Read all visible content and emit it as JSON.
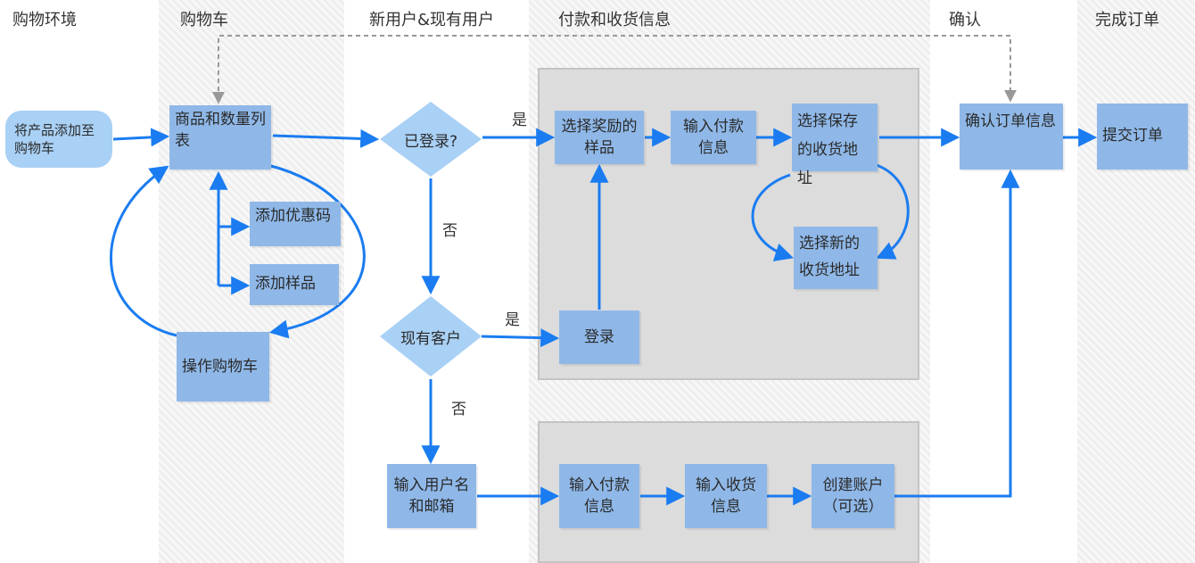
{
  "lanes": [
    {
      "title": "购物环境",
      "shaded": false
    },
    {
      "title": "购物车",
      "shaded": true
    },
    {
      "title": "新用户&现有用户",
      "shaded": false
    },
    {
      "title": "付款和收货信息",
      "shaded": true
    },
    {
      "title": "确认",
      "shaded": false
    },
    {
      "title": "完成订单",
      "shaded": true
    }
  ],
  "nodes": {
    "add_to_cart": "将产品添加至购物车",
    "product_list": "商品和数量列表",
    "add_coupon": "添加优惠码",
    "add_sample": "添加样品",
    "manage_cart": "操作购物车",
    "logged_in": "已登录?",
    "existing_customer": "现有客户",
    "enter_user_email": "输入用户名和邮箱",
    "choose_reward_sample": "选择奖励的样品",
    "enter_payment_1": "输入付款信息",
    "choose_saved_address": "选择保存的收货地址",
    "choose_new_address": "选择新的收货地址",
    "login": "登录",
    "enter_payment_2": "输入付款信息",
    "enter_shipping": "输入收货信息",
    "create_account": "创建账户（可选）",
    "confirm_order": "确认订单信息",
    "submit_order": "提交订单"
  },
  "edge_labels": {
    "yes_1": "是",
    "no_1": "否",
    "yes_2": "是",
    "no_2": "否"
  },
  "colors": {
    "node_fill": "#8fb8e8",
    "diamond_fill": "#a9d0f5",
    "arrow": "#1a7cf0",
    "dashed": "#999999"
  }
}
